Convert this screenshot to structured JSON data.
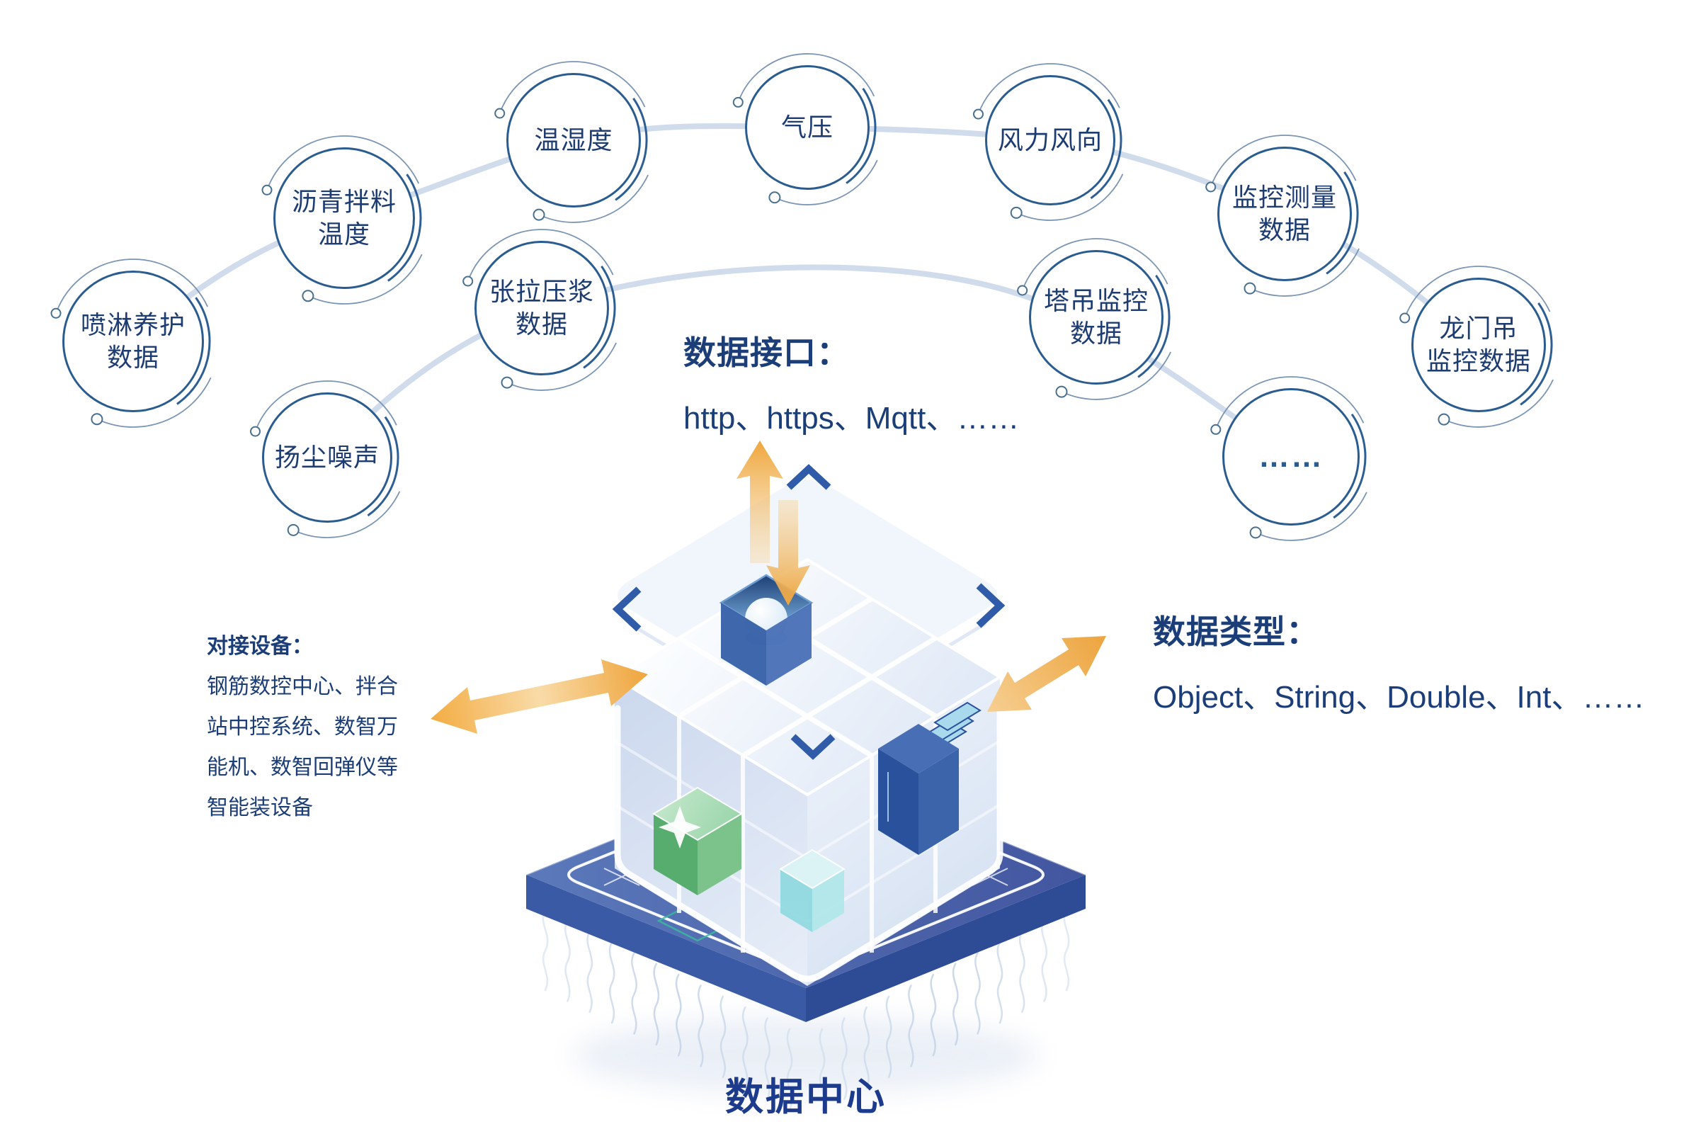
{
  "diagram_title": "数据中心",
  "nodes": [
    {
      "label": "喷淋养护\n数据"
    },
    {
      "label": "沥青拌料\n温度"
    },
    {
      "label": "温湿度"
    },
    {
      "label": "气压"
    },
    {
      "label": "风力风向"
    },
    {
      "label": "监控测量\n数据"
    },
    {
      "label": "龙门吊\n监控数据"
    },
    {
      "label": "张拉压浆\n数据"
    },
    {
      "label": "扬尘噪声"
    },
    {
      "label": "塔吊监控\n数据"
    },
    {
      "label": "……"
    }
  ],
  "annotations": {
    "interface": {
      "title": "数据接口：",
      "value": "http、https、Mqtt、……"
    },
    "datatype": {
      "title": "数据类型：",
      "value": "Object、String、Double、Int、……"
    },
    "devices": {
      "title": "对接设备：",
      "value": "钢筋数控中心、拌合\n站中控系统、数智万\n能机、数智回弹仪等\n智能装设备"
    }
  },
  "icons": {
    "center_illustration": "isometric-data-cube",
    "arrows": [
      "up-arrow",
      "down-arrow",
      "left-double-arrow",
      "right-double-arrow"
    ]
  },
  "colors": {
    "node_border": "#2b5c90",
    "node_text": "#1d3c72",
    "annotation_text": "#1c3e78",
    "title_text": "#1d3b8d",
    "connector": "#d0dcec",
    "arrow_orange": "#efa83e",
    "platform_blue": "#4a6db4",
    "cube_green": "#7cc28b",
    "cube_aqua": "#9adfe4",
    "background": "#ffffff"
  }
}
